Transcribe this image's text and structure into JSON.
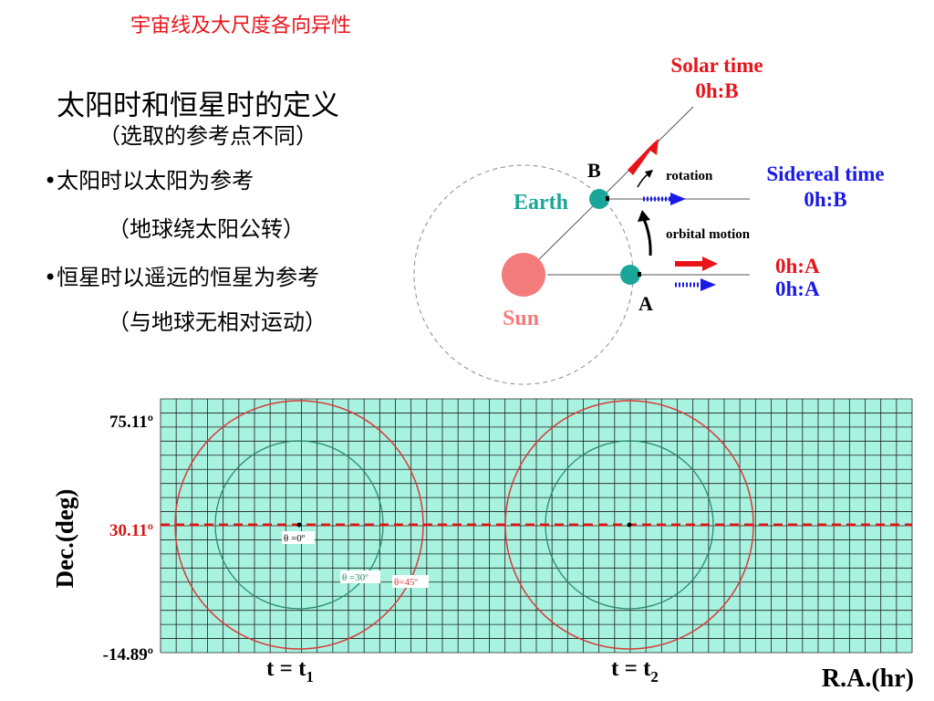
{
  "slide_title": "宇宙线及大尺度各向异性",
  "heading": "太阳时和恒星时的定义",
  "subheading": "（选取的参考点不同）",
  "bullets": [
    {
      "text": "•太阳时以太阳为参考",
      "sub": "（地球绕太阳公转）"
    },
    {
      "text": "•恒星时以遥远的恒星为参考",
      "sub": "（与地球无相对运动）"
    }
  ],
  "diagram": {
    "solar_time_label": "Solar time",
    "solar_time_value": "0h:B",
    "sidereal_time_label": "Sidereal time",
    "sidereal_time_value": "0h:B",
    "rotation_label": "rotation",
    "orbital_motion_label": "orbital motion",
    "earth_label": "Earth",
    "sun_label": "Sun",
    "point_a": "A",
    "point_b": "B",
    "a_solar_value": "0h:A",
    "a_sidereal_value": "0h:A",
    "colors": {
      "solar": "#e8141a",
      "sidereal": "#1a1ae8",
      "earth": "#1aa79a",
      "sun": "#f47b7b"
    }
  },
  "sky_map": {
    "y_axis_label": "Dec.(deg)",
    "x_axis_label": "R.A.(hr)",
    "y_ticks": [
      "75.11º",
      "30.11º",
      "-14.89º"
    ],
    "t1_label": "t = t",
    "t1_sub": "1",
    "t2_label": "t = t",
    "t2_sub": "2",
    "circle_labels": [
      "θ =0º",
      "θ =30º",
      "θ=45º"
    ],
    "colors": {
      "background": "#a7f3df",
      "grid": "#1f1f1f",
      "dashed_line": "#d81818",
      "circle_45": "#d83a3a",
      "circle_30": "#2b8a6a"
    }
  }
}
